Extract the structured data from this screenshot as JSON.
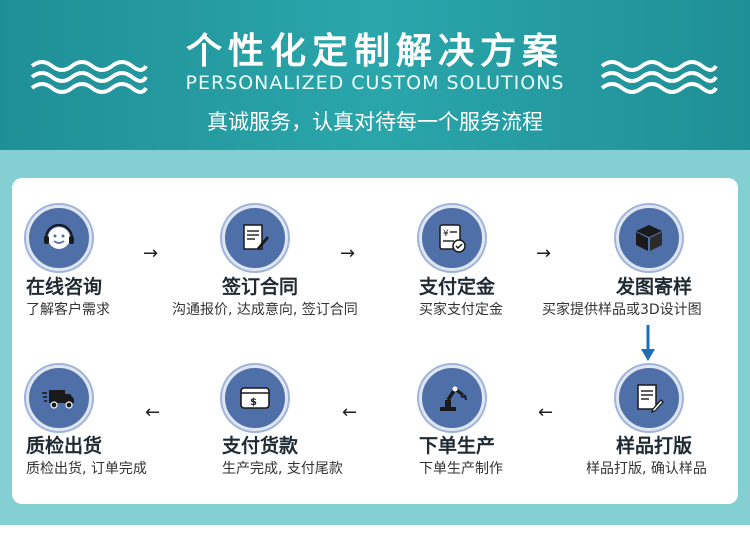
{
  "header": {
    "title": "个性化定制解决方案",
    "subtitle_en": "PERSONALIZED CUSTOM SOLUTIONS",
    "subtitle_cn": "真诚服务，认真对待每一个服务流程"
  },
  "steps": [
    {
      "title": "在线咨询",
      "desc": "了解客户需求",
      "icon": "headset-icon"
    },
    {
      "title": "签订合同",
      "desc": "沟通报价, 达成意向, 签订合同",
      "icon": "contract-icon"
    },
    {
      "title": "支付定金",
      "desc": "买家支付定金",
      "icon": "receipt-icon"
    },
    {
      "title": "发图寄样",
      "desc": "买家提供样品或3D设计图",
      "icon": "box-icon"
    },
    {
      "title": "样品打版",
      "desc": "样品打版, 确认样品",
      "icon": "sample-doc-icon"
    },
    {
      "title": "下单生产",
      "desc": "下单生产制作",
      "icon": "robot-arm-icon"
    },
    {
      "title": "支付货款",
      "desc": "生产完成, 支付尾款",
      "icon": "payment-card-icon"
    },
    {
      "title": "质检出货",
      "desc": "质检出货, 订单完成",
      "icon": "truck-icon"
    }
  ],
  "colors": {
    "header_bg": "#2aa6ab",
    "panel_bg": "#83cfd2",
    "icon_bg": "#4f6fa8",
    "down_arrow": "#1e6db5"
  },
  "arrows": {
    "right": "→",
    "left": "←"
  }
}
